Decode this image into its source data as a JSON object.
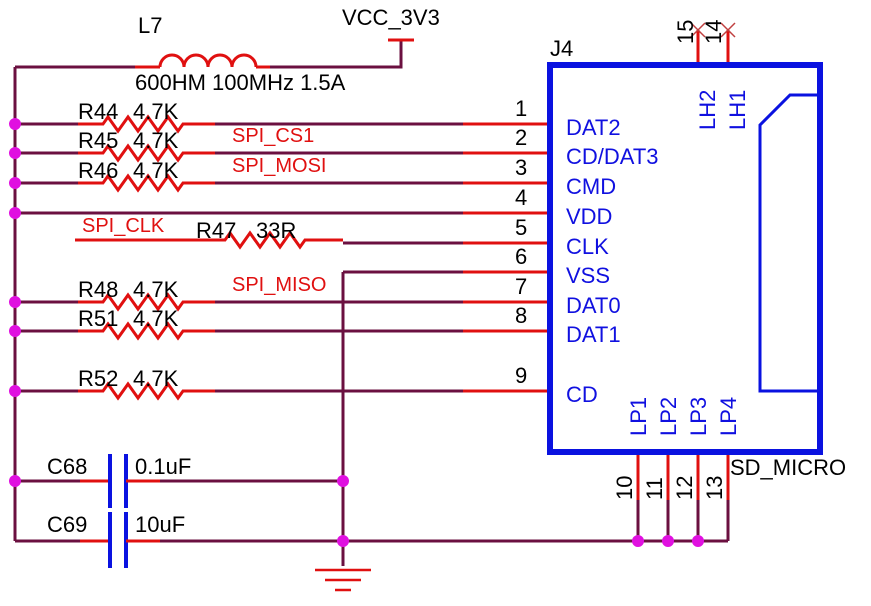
{
  "schematic": {
    "inductor": {
      "ref": "L7",
      "value": "600HM 100MHz 1.5A"
    },
    "power_net": "VCC_3V3",
    "connector": {
      "ref": "J4",
      "part": "SD_MICRO"
    },
    "pins": [
      {
        "num": "1",
        "name": "DAT2"
      },
      {
        "num": "2",
        "name": "CD/DAT3"
      },
      {
        "num": "3",
        "name": "CMD"
      },
      {
        "num": "4",
        "name": "VDD"
      },
      {
        "num": "5",
        "name": "CLK"
      },
      {
        "num": "6",
        "name": "VSS"
      },
      {
        "num": "7",
        "name": "DAT0"
      },
      {
        "num": "8",
        "name": "DAT1"
      },
      {
        "num": "9",
        "name": "CD"
      }
    ],
    "bottom_pins": [
      {
        "num": "10",
        "name": "LP1"
      },
      {
        "num": "11",
        "name": "LP2"
      },
      {
        "num": "12",
        "name": "LP3"
      },
      {
        "num": "13",
        "name": "LP4"
      }
    ],
    "top_pins": [
      {
        "num": "15",
        "name": "LH2"
      },
      {
        "num": "14",
        "name": "LH1"
      }
    ],
    "resistors": [
      {
        "ref": "R44",
        "value": "4.7K"
      },
      {
        "ref": "R45",
        "value": "4.7K"
      },
      {
        "ref": "R46",
        "value": "4.7K"
      },
      {
        "ref": "R47",
        "value": "33R"
      },
      {
        "ref": "R48",
        "value": "4.7K"
      },
      {
        "ref": "R51",
        "value": "4.7K"
      },
      {
        "ref": "R52",
        "value": "4.7K"
      }
    ],
    "nets": {
      "cs": "SPI_CS1",
      "mosi": "SPI_MOSI",
      "clk": "SPI_CLK",
      "miso": "SPI_MISO"
    },
    "capacitors": [
      {
        "ref": "C68",
        "value": "0.1uF"
      },
      {
        "ref": "C69",
        "value": "10uF"
      }
    ],
    "colors": {
      "wire": "#6b1040",
      "pin": "#e01010",
      "body": "#0a12e0",
      "junction": "#e010e0",
      "net_label": "#e01010"
    }
  }
}
